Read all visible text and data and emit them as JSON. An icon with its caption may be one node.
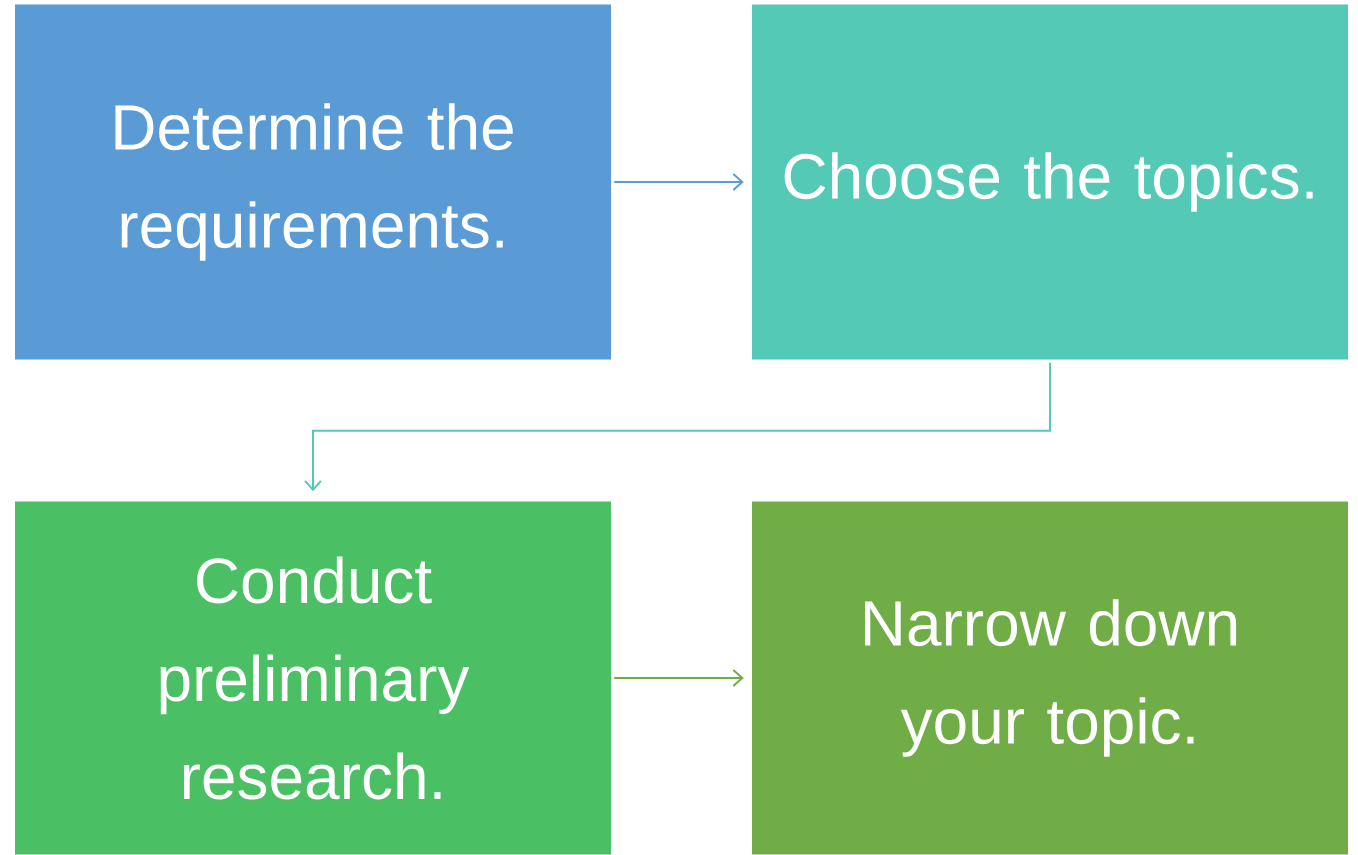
{
  "diagram": {
    "nodes": [
      {
        "text": [
          "Determine the requirements."
        ]
      },
      {
        "text": [
          "Choose the topics."
        ]
      },
      {
        "text": [
          "Conduct preliminary research."
        ]
      },
      {
        "text": [
          "Narrow down your topic."
        ]
      }
    ],
    "edges": [
      {
        "from": 0,
        "to": 1,
        "arrow": "to",
        "color": "#5b9bd5"
      },
      {
        "from": 1,
        "to": 2,
        "arrow": "to",
        "color": "#54c9b5"
      },
      {
        "from": 2,
        "to": 3,
        "arrow": "to",
        "color": "#70ad47"
      }
    ]
  }
}
